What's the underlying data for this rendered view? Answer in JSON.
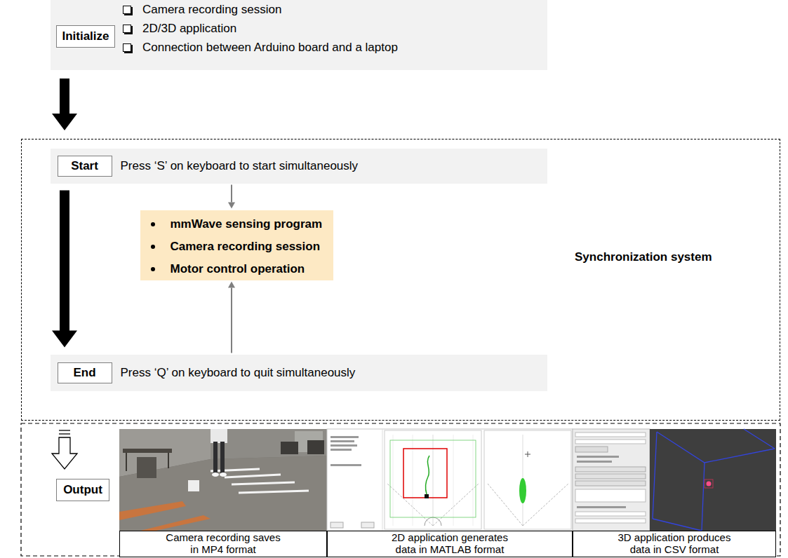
{
  "diagram": {
    "nodes": [
      {
        "text": [
          "Camera recording session",
          "2D/3D application",
          "Connection between Arduino board and a laptop"
        ]
      },
      {
        "text": [
          "Initialize"
        ],
        "in": 0
      },
      {
        "text": [
          "Synchronization system"
        ]
      },
      {
        "text": [
          "Press ‘S’ on keyboard to start simultaneously"
        ],
        "in": 2
      },
      {
        "text": [
          "Start"
        ],
        "in": 3
      },
      {
        "text": [
          "mmWave sensing program",
          "Camera recording session",
          "Motor control operation"
        ],
        "in": 2
      },
      {
        "text": [
          "Press ‘Q’ on keyboard to quit simultaneously"
        ],
        "in": 2
      },
      {
        "text": [
          "End"
        ],
        "in": 6
      },
      {
        "text": [
          "Output"
        ]
      },
      {
        "text": [
          "Camera recording saves in MP4 format"
        ]
      },
      {
        "text": [
          "2D application generates data in MATLAB format"
        ]
      },
      {
        "text": [
          "3D application produces data in CSV format"
        ]
      }
    ],
    "edges": [
      {
        "from": 0,
        "to": 2,
        "arrow": "to"
      },
      {
        "from": 3,
        "to": 5,
        "arrow": "to"
      },
      {
        "from": 3,
        "to": 6,
        "arrow": "to"
      },
      {
        "from": 6,
        "to": 5,
        "arrow": "to"
      },
      {
        "from": 2,
        "to": 8,
        "arrow": "to"
      }
    ]
  }
}
